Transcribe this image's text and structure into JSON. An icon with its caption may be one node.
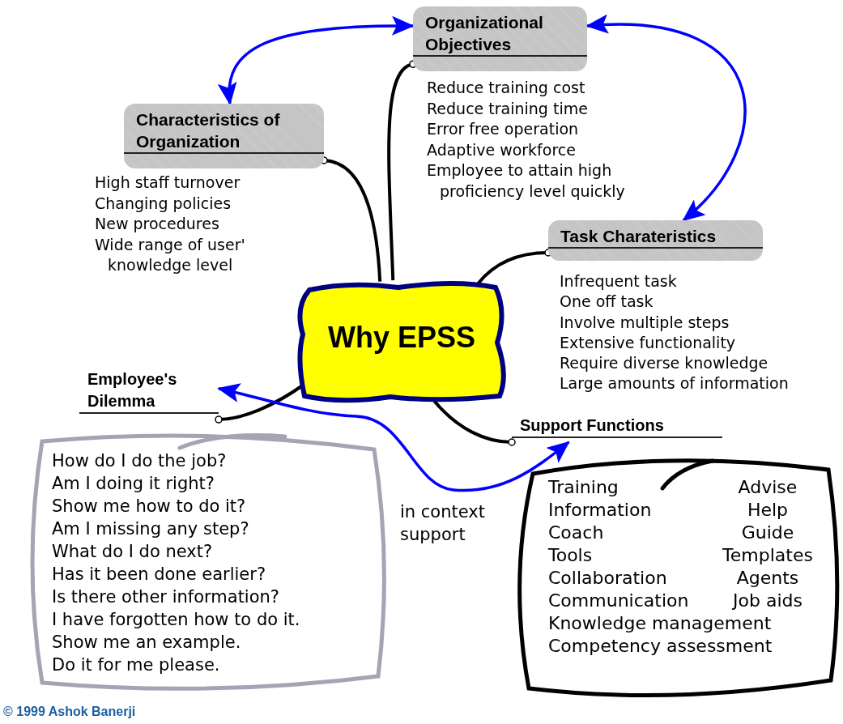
{
  "diagram": {
    "nodes": [
      {
        "text": [
          "Why EPSS"
        ]
      },
      {
        "text": [
          "Characteristics of Organization"
        ],
        "beside": [
          "High staff turnover",
          "Changing policies",
          "New procedures",
          "Wide range of user' knowledge level"
        ]
      },
      {
        "text": [
          "Organizational Objectives"
        ],
        "beside": [
          "Reduce training cost",
          "Reduce training time",
          "Error free operation",
          "Adaptive workforce",
          "Employee to attain high proficiency level quickly"
        ]
      },
      {
        "text": [
          "Task Charateristics"
        ],
        "beside": [
          "Infrequent task",
          "One off task",
          "Involve multiple steps",
          "Extensive functionality",
          "Require diverse knowledge",
          "Large amounts of information"
        ]
      },
      {
        "text": [
          "Employee's Dilemma"
        ]
      },
      {
        "text": [
          "How do I do the job?",
          "Am I doing it right?",
          "Show me how to do it?",
          "Am I missing any step?",
          "What do I do next?",
          "Has it been done earlier?",
          "Is there other information?",
          "I have forgotten how to do it.",
          "Show me an example.",
          "Do it for me please."
        ]
      },
      {
        "text": [
          "Support Functions"
        ]
      },
      {
        "text": [
          "Training",
          "Advise",
          "Information",
          "Help",
          "Coach",
          "Guide",
          "Tools",
          "Templates",
          "Collaboration",
          "Agents",
          "Communication",
          "Job aids",
          "Knowledge management",
          "Competency assessment"
        ]
      }
    ],
    "edges": [
      {
        "from": 0,
        "to": 1,
        "arrow": "other"
      },
      {
        "from": 0,
        "to": 2,
        "arrow": "other"
      },
      {
        "from": 0,
        "to": 3,
        "arrow": "other"
      },
      {
        "from": 0,
        "to": 4,
        "arrow": "other"
      },
      {
        "from": 0,
        "to": 6,
        "arrow": "other"
      },
      {
        "from": 1,
        "to": 2,
        "arrow": "both",
        "color": "#0000ff"
      },
      {
        "from": 2,
        "to": 3,
        "arrow": "both",
        "color": "#0000ff"
      },
      {
        "from": 4,
        "to": 6,
        "arrow": "both",
        "color": "#0000ff",
        "label": "in context support"
      }
    ],
    "labels": [
      "© 1999 Ashok Banerji"
    ]
  }
}
